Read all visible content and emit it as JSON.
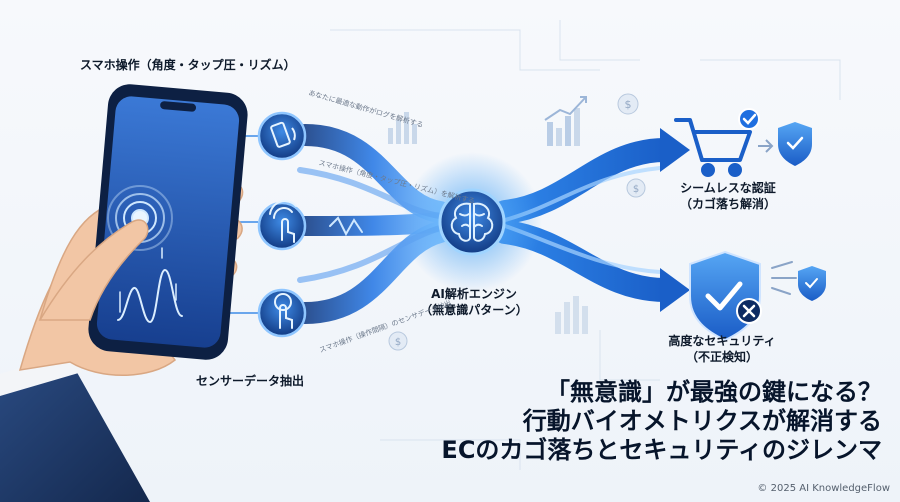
{
  "labels": {
    "phone_operation": "スマホ操作（角度・タップ圧・リズム）",
    "sensor_extract": "センサーデータ抽出",
    "ai_engine_line1": "AI解析エンジン",
    "ai_engine_line2": "（無意識パターン）",
    "seamless_auth_line1": "シームレスな認証",
    "seamless_auth_line2": "（カゴ落ち解消）",
    "security_line1": "高度なセキュリティ",
    "security_line2": "（不正検知）"
  },
  "flow_captions": {
    "top": "あなたに最適な動作がログを解析する",
    "middle": "スマホ操作（角度・タップ圧・リズム）を解析する",
    "bottom": "スマホ操作（操作間隔）のセンサデータ抽出"
  },
  "headline": {
    "line1": "「無意識」が最強の鍵になる？",
    "line2": "行動バイオメトリクスが解消する",
    "line3": "ECのカゴ落ちとセキュリティのジレンマ"
  },
  "copyright": "© 2025 AI KnowledgeFlow",
  "icons": {
    "sensor_1": "phone-tilt-icon",
    "sensor_2": "tap-pressure-icon",
    "sensor_3": "tap-rhythm-icon",
    "engine": "brain-icon",
    "cart": "shopping-cart-icon",
    "security": "shield-check-icon"
  },
  "colors": {
    "accent": "#1f6fe0",
    "dark_blue": "#0f3f8f",
    "glow": "#8fd0ff",
    "text": "#0e1a2b"
  }
}
